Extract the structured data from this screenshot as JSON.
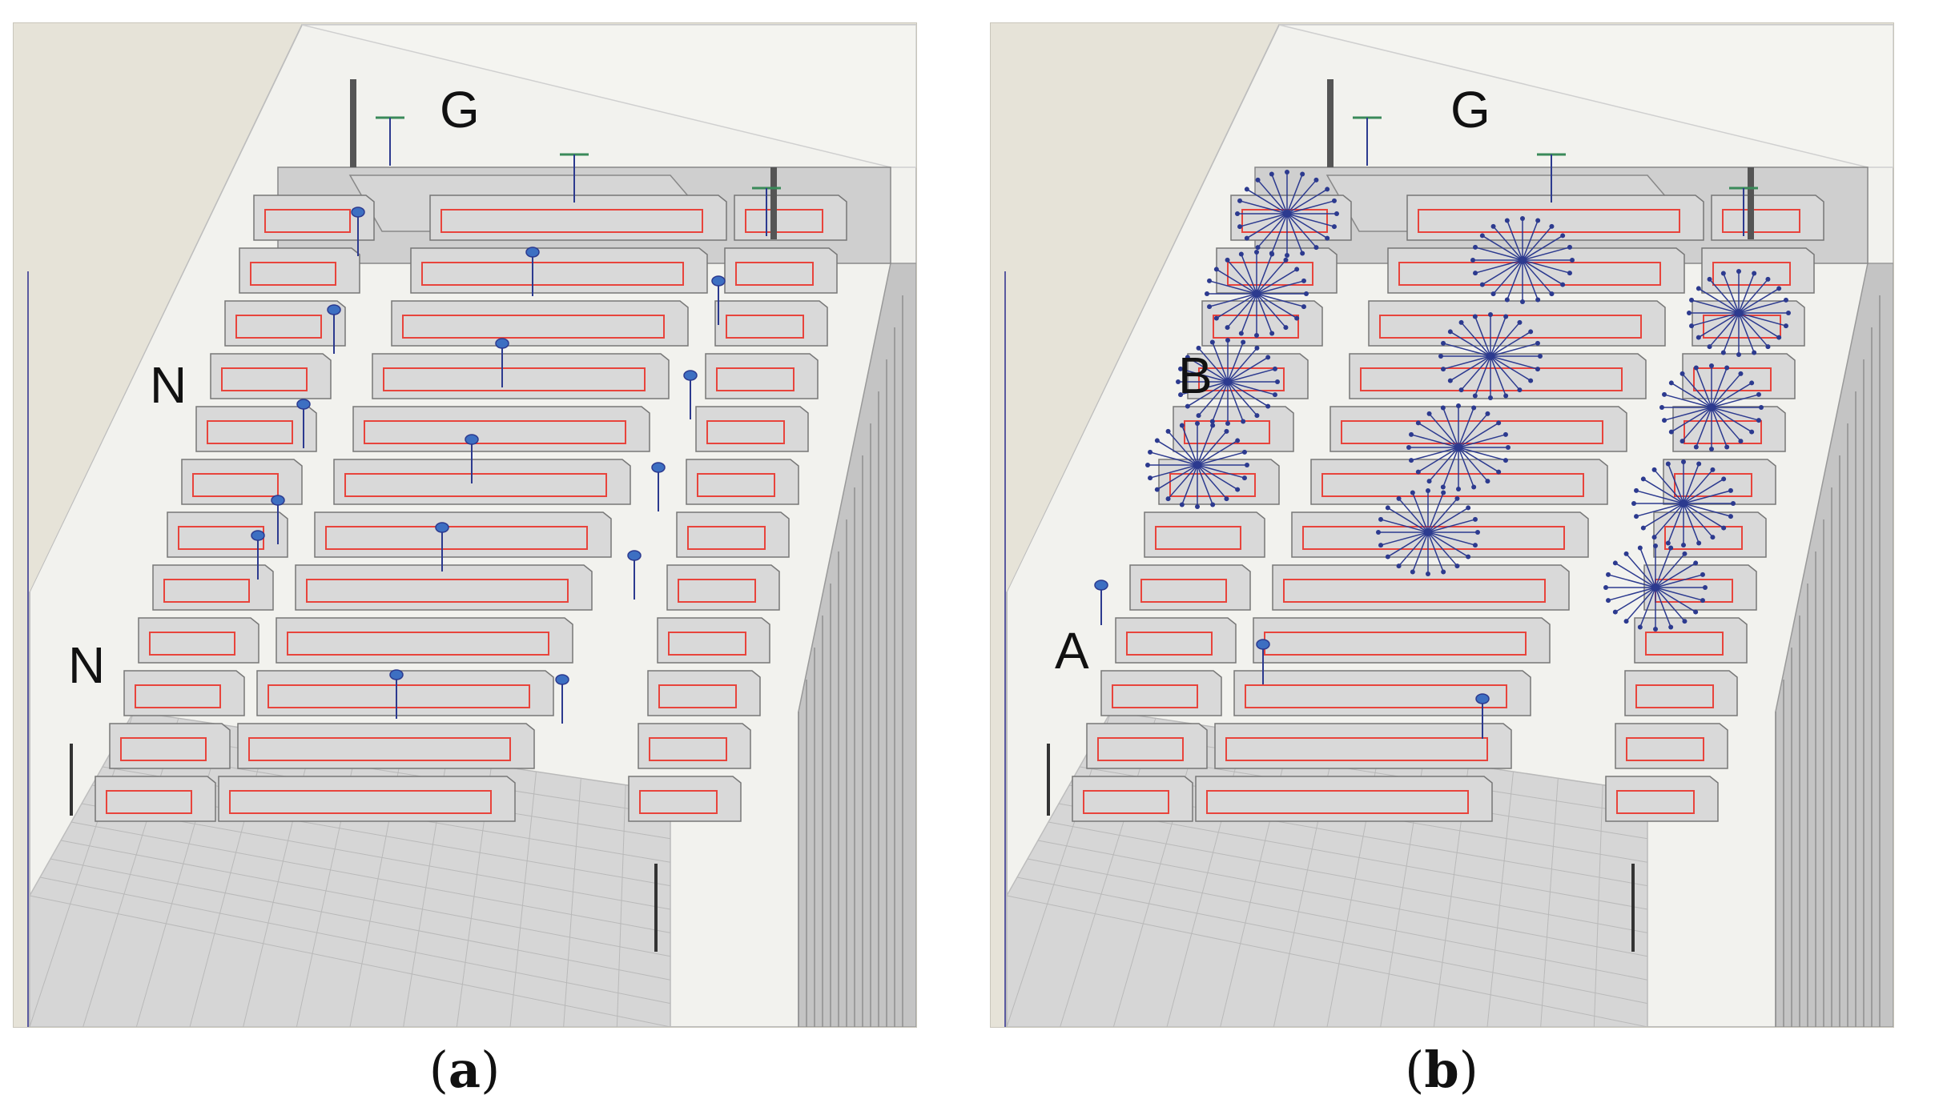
{
  "panels": [
    {
      "id": "a",
      "labels": {
        "top": "G",
        "middle": "N",
        "bottom": "N"
      },
      "caption": {
        "open": "(",
        "letter": "a",
        "close": ")"
      },
      "sensor_type": "point-sensor",
      "colors": {
        "background": "#e6e3d8",
        "floor": "#d6d6d6",
        "block": "#d9d9d9",
        "outline": "#e8443c",
        "sensor": "#2c3a8f"
      }
    },
    {
      "id": "b",
      "labels": {
        "top": "G",
        "middle": "B",
        "bottom": "A"
      },
      "caption": {
        "open": "(",
        "letter": "b",
        "close": ")"
      },
      "sensor_type": "star-sensor",
      "colors": {
        "background": "#e6e3d8",
        "floor": "#d6d6d6",
        "block": "#d9d9d9",
        "outline": "#e8443c",
        "sensor": "#2c3a8f"
      }
    }
  ]
}
